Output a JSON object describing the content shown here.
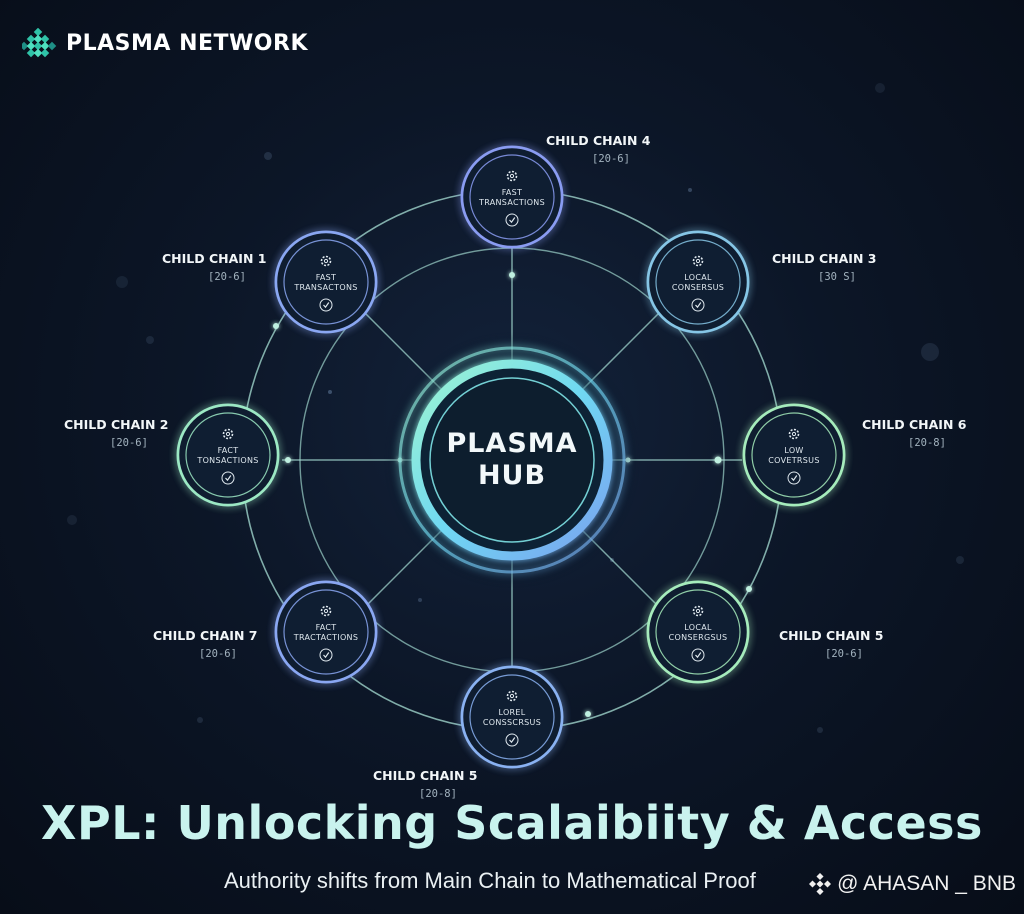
{
  "brand": {
    "name": "PLASMA NETWORK",
    "icon": "diamond-grid-logo",
    "accent": "#2fc3a8"
  },
  "hub": {
    "line1": "PLASMA",
    "line2": "HUB"
  },
  "chains": [
    {
      "id": "cc4",
      "label": "CHILD CHAIN 4",
      "meta": "[20-6]",
      "text1": "FAST",
      "text2": "TRANSACTIONS",
      "top_icon": "gear-icon",
      "bottom_icon": "check-icon",
      "color": "#8a9cf2"
    },
    {
      "id": "cc1",
      "label": "CHILD CHAIN 1",
      "meta": "[20-6]",
      "text1": "FAST",
      "text2": "TRANSACTONS",
      "top_icon": "gear-icon",
      "bottom_icon": "check-icon",
      "color": "#8aa7f2"
    },
    {
      "id": "cc3",
      "label": "CHILD CHAIN 3",
      "meta": "[30 S]",
      "text1": "LOCAL",
      "text2": "CONSERSUS",
      "top_icon": "gear-icon",
      "bottom_icon": "check-icon",
      "color": "#86c6e6"
    },
    {
      "id": "cc2",
      "label": "CHILD CHAIN 2",
      "meta": "[20-6]",
      "text1": "FACT",
      "text2": "TONSACTIONS",
      "top_icon": "gear-icon",
      "bottom_icon": "check-icon",
      "color": "#9ce8c4"
    },
    {
      "id": "cc6",
      "label": "CHILD CHAIN 6",
      "meta": "[20-8]",
      "text1": "LOW",
      "text2": "COVETRSUS",
      "top_icon": "gear-icon",
      "bottom_icon": "check-icon",
      "color": "#a6ecbc"
    },
    {
      "id": "cc7",
      "label": "CHILD CHAIN 7",
      "meta": "[20-6]",
      "text1": "FACT",
      "text2": "TRACTACTIONS",
      "top_icon": "gear-icon",
      "bottom_icon": "check-icon",
      "color": "#8aa7f2"
    },
    {
      "id": "cc5a",
      "label": "CHILD CHAIN 5",
      "meta": "[20-6]",
      "text1": "LOCAL",
      "text2": "CONSERGSUS",
      "top_icon": "gear-icon",
      "bottom_icon": "check-icon",
      "color": "#a6ecbc"
    },
    {
      "id": "cc5b",
      "label": "CHILD CHAIN 5",
      "meta": "[20-8]",
      "text1": "LOREL",
      "text2": "CONSSCRSUS",
      "top_icon": "gear-icon",
      "bottom_icon": "check-icon",
      "color": "#8ab2f2"
    }
  ],
  "headline": "XPL: Unlocking Scalaibiity & Access",
  "subline": "Authority shifts from Main Chain to Mathematical Proof",
  "watermark": {
    "text": "@ AHASAN _ BNB",
    "icon": "binance-logo",
    "color": "#f0b90b"
  },
  "colors": {
    "ring": "#a8e0d6",
    "hub_glow": "#5fe0e8",
    "background": "#0c1627"
  }
}
